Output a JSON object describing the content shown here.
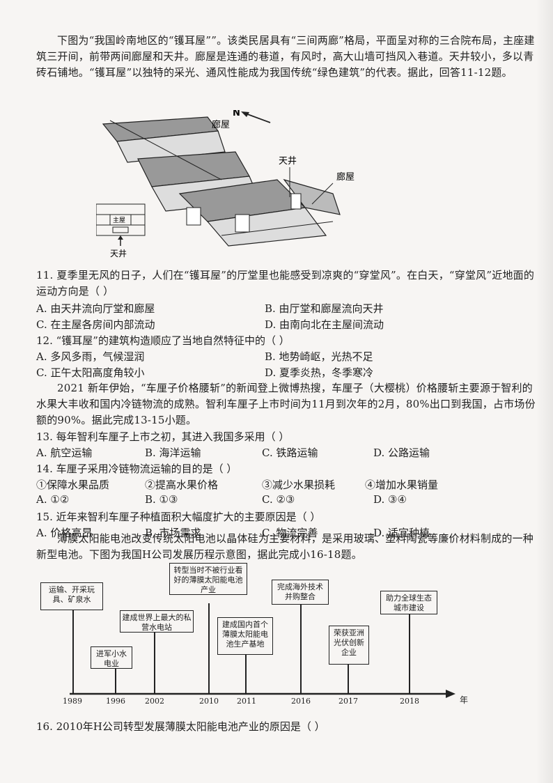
{
  "intro1": "下图为“我国岭南地区的“镬耳屋””。该类民居具有“三间两廊”格局，平面呈对称的三合院布局，主座建筑三开间，前带两间廊屋和天井。廊屋是连通的巷道，有风时，高大山墙可挡风入巷道。天井较小，多以青砖石铺地。“镬耳屋”以独特的采光、通风性能成为我国传统“绿色建筑”的代表。据此，回答11-12题。",
  "house_fig": {
    "north": "N",
    "corridor_label": "廊屋",
    "courtyard_label": "天井",
    "inset_main": "主屋"
  },
  "q11": {
    "stem": "11. 夏季里无风的日子，人们在“镬耳屋”的厅堂里也能感受到凉爽的“穿堂风”。在白天，“穿堂风”近地面的运动方向是（    ）",
    "a": "A. 由天井流向厅堂和廊屋",
    "b": "B. 由厅堂和廊屋流向天井",
    "c": "C. 在主屋各房间内部流动",
    "d": "D. 由南向北在主屋间流动"
  },
  "q12": {
    "stem": "12. “镬耳屋”的建筑构造顺应了当地自然特征中的（    ）",
    "a": "A. 多风多雨，气候湿润",
    "b": "B. 地势崎岖，光热不足",
    "c": "C. 正午太阳高度角较小",
    "d": "D. 夏季炎热，冬季寒冷"
  },
  "intro2": "2021 新年伊始，“车厘子价格腰斩”的新闻登上微博热搜，车厘子（大樱桃）价格腰斩主要源于智利的水果大丰收和国内冷链物流的成熟。智利车厘子上市时间为11月到次年的2月，80%出口到我国，占市场份额的90%。据此完成13-15小题。",
  "q13": {
    "stem": "13. 每年智利车厘子上市之初，其进入我国多采用（    ）",
    "a": "A. 航空运输",
    "b": "B. 海洋运输",
    "c": "C. 铁路运输",
    "d": "D. 公路运输"
  },
  "q14": {
    "stem": "14. 车厘子采用冷链物流运输的目的是（    ）",
    "i1": "①保障水果品质",
    "i2": "②提高水果价格",
    "i3": "③减少水果损耗",
    "i4": "④增加水果销量",
    "a": "A. ①②",
    "b": "B. ①③",
    "c": "C. ②③",
    "d": "D. ③④"
  },
  "q15": {
    "stem": "15. 近年来智利车厘子种植面积大幅度扩大的主要原因是（    ）",
    "a": "A. 价格高昂",
    "b": "B. 市场需求",
    "c": "C. 物流完善",
    "d": "D. 适宜种植"
  },
  "intro3": "薄膜太阳能电池改变传统太阳电池以晶体硅为主要材料，是采用玻璃、塑料陶瓷等廉价材料制成的一种新型电池。下图为我国H公司发展历程示意图，据此完成小16-18题。",
  "timeline": {
    "axis_unit": "年",
    "events": [
      {
        "year": "1989",
        "text": "运输、开采玩具、矿泉水"
      },
      {
        "year": "1996",
        "text": "进军小水电业"
      },
      {
        "year": "2002",
        "text": "建成世界上最大的私营水电站"
      },
      {
        "year": "2010",
        "text": "转型当时不被行业看好的薄膜太阳能电池产业"
      },
      {
        "year": "2011",
        "text": "建成国内首个薄膜太阳能电池生产基地"
      },
      {
        "year": "2016",
        "text": "完成海外技术并购整合"
      },
      {
        "year": "2017",
        "text": "荣获亚洲光伏创新企业"
      },
      {
        "year": "2018",
        "text": "助力全球生态城市建设"
      }
    ]
  },
  "q16": {
    "stem": "16. 2010年H公司转型发展薄膜太阳能电池产业的原因是（    ）"
  }
}
